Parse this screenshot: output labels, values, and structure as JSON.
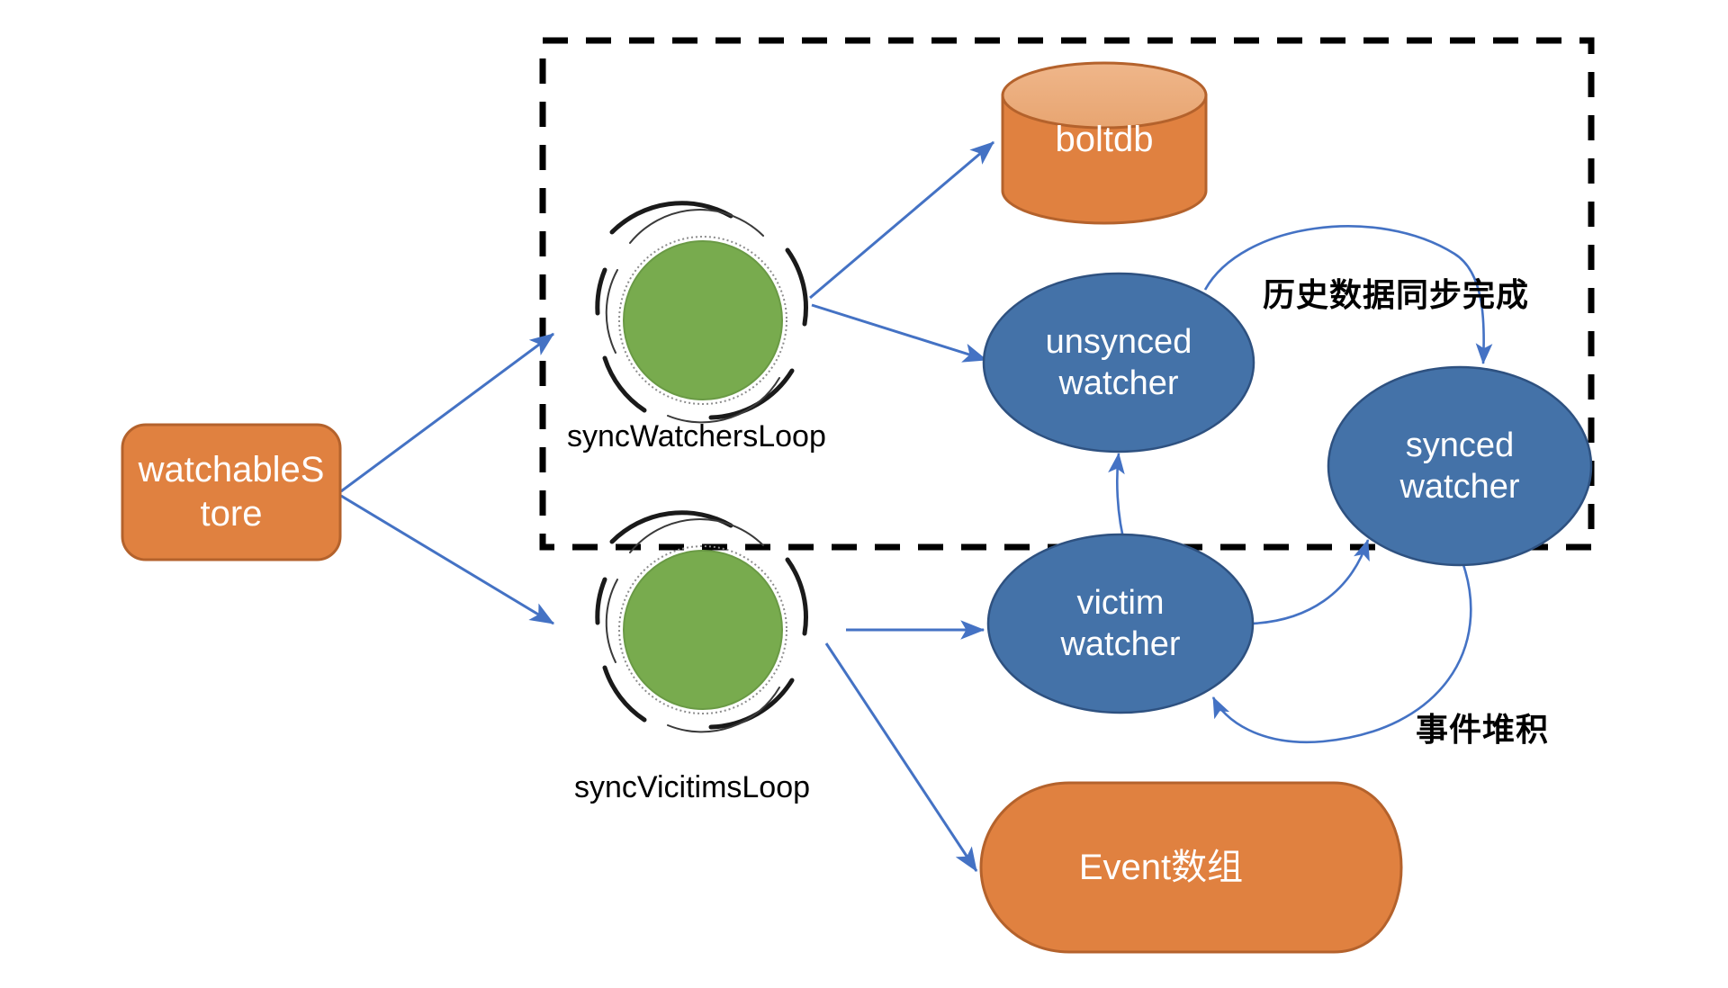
{
  "diagram": {
    "title": "etcd watchableStore watcher sync flow",
    "language": "zh-CN + en",
    "background": "#ffffff"
  },
  "colors": {
    "orange_fill": "#E08140",
    "orange_stroke": "#B4622C",
    "orange_top_fill": "#ECAE7C",
    "blue_fill": "#4472A8",
    "blue_stroke": "#2E5180",
    "green_fill": "#78AB4E",
    "green_stroke": "#6A9A45",
    "arrow_blue": "#4472C4",
    "dash_black": "#000000",
    "label_text": "#000000",
    "node_text": "#FFFFFF"
  },
  "group_box": {
    "name": "dashed-boundary",
    "style": "dashed",
    "stroke": "#000000",
    "label": ""
  },
  "nodes": {
    "watchable_store": {
      "label": "watchableStore",
      "label_lines": "watchableS\ntore",
      "shape": "rounded-rect",
      "fill": "#E08140"
    },
    "boltdb": {
      "label": "boltdb",
      "shape": "cylinder",
      "fill": "#E08140"
    },
    "sync_watchers_loop": {
      "label": "syncWatchersLoop",
      "shape": "loop-circle",
      "fill": "#78AB4E"
    },
    "sync_victims_loop": {
      "label": "syncVicitimsLoop",
      "shape": "loop-circle",
      "fill": "#78AB4E"
    },
    "unsynced_watcher": {
      "label": "unsynced watcher",
      "label_lines": "unsynced\nwatcher",
      "shape": "ellipse",
      "fill": "#4472A8"
    },
    "synced_watcher": {
      "label": "synced watcher",
      "label_lines": "synced\nwatcher",
      "shape": "ellipse",
      "fill": "#4472A8"
    },
    "victim_watcher": {
      "label": "victim watcher",
      "label_lines": "victim\nwatcher",
      "shape": "ellipse",
      "fill": "#4472A8"
    },
    "event_array": {
      "label": "Event数组",
      "shape": "delay-tape",
      "fill": "#E08140"
    }
  },
  "edge_labels": {
    "history_sync_done": "历史数据同步完成",
    "event_backlog": "事件堆积"
  },
  "edges": [
    {
      "from": "watchable_store",
      "to": "sync_watchers_loop",
      "label": "",
      "style": "straight-arrow"
    },
    {
      "from": "watchable_store",
      "to": "sync_victims_loop",
      "label": "",
      "style": "straight-arrow"
    },
    {
      "from": "sync_watchers_loop",
      "to": "boltdb",
      "label": "",
      "style": "straight-arrow"
    },
    {
      "from": "sync_watchers_loop",
      "to": "unsynced_watcher",
      "label": "",
      "style": "straight-arrow"
    },
    {
      "from": "unsynced_watcher",
      "to": "synced_watcher",
      "label": "历史数据同步完成",
      "style": "curved-arrow"
    },
    {
      "from": "victim_watcher",
      "to": "unsynced_watcher",
      "label": "",
      "style": "curved-arrow"
    },
    {
      "from": "victim_watcher",
      "to": "synced_watcher",
      "label": "",
      "style": "curved-arrow"
    },
    {
      "from": "synced_watcher",
      "to": "victim_watcher",
      "label": "事件堆积",
      "style": "curved-arrow"
    },
    {
      "from": "sync_victims_loop",
      "to": "victim_watcher",
      "label": "",
      "style": "straight-arrow"
    },
    {
      "from": "sync_victims_loop",
      "to": "event_array",
      "label": "",
      "style": "straight-arrow"
    }
  ]
}
